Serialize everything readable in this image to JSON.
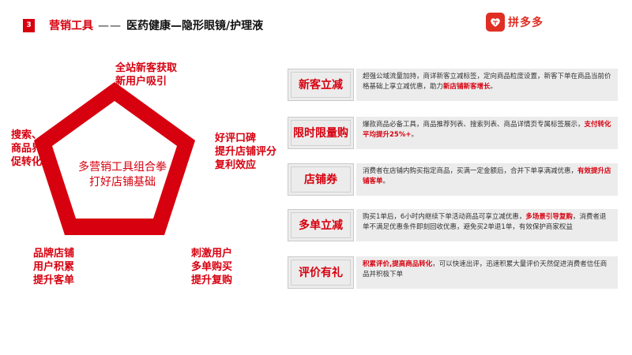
{
  "header": {
    "page_number": "3",
    "title_main": "营销工具",
    "title_sep": "——",
    "title_sub": "医药健康—隐形眼镜/护理液",
    "logo_text": "拼多多"
  },
  "diagram": {
    "center_line1": "多营销工具组合拳",
    "center_line2": "打好店铺基础",
    "labels": {
      "top": [
        "全站新客获取",
        "新用户吸引"
      ],
      "right": [
        "好评口碑",
        "提升店铺评分",
        "复利效应"
      ],
      "bottom_right": [
        "刺激用户",
        "多单购买",
        "提升复购"
      ],
      "bottom_left": [
        "品牌店铺",
        "用户积累",
        "提升客单"
      ],
      "left": [
        "搜索、",
        "商品界面",
        "促转化"
      ]
    }
  },
  "cards": [
    {
      "label": "新客立减",
      "text": "超强公域流量加持，商详新客立减标签，定向商品粒度设置，新客下单在商品当前价格基础上享立减优惠，助力",
      "highlight": "新店铺新客增长",
      "tail": "。"
    },
    {
      "label": "限时限量购",
      "text": "爆款商品必备工具，商品推荐列表、搜索列表、商品详情页专属标签展示，",
      "highlight": "支付转化平均提升25%+",
      "tail": "。"
    },
    {
      "label": "店铺券",
      "text": "消费者在店铺内购买指定商品，买满一定金额后，合并下单享满减优惠，",
      "highlight": "有效提升店铺客单",
      "tail": "。"
    },
    {
      "label": "多单立减",
      "text": "购买1单后，6小时内继续下单活动商品可享立减优惠，",
      "highlight": "多场景引导复购",
      "tail": "，消费者退单不满足优惠条件即刻回收优惠，避免买2单退1单，有效保护商家权益"
    },
    {
      "label": "评价有礼",
      "text": "",
      "highlight": "积累评价,提高商品转化",
      "tail": "，可以快速出评，迅速积累大量评价天然促进消费者信任商品并积极下单"
    }
  ],
  "colors": {
    "accent": "#d7000f",
    "logo": "#e02e24",
    "card_bg": "#ececec"
  },
  "icons": {
    "logo": "pinduoduo-logo-icon"
  }
}
